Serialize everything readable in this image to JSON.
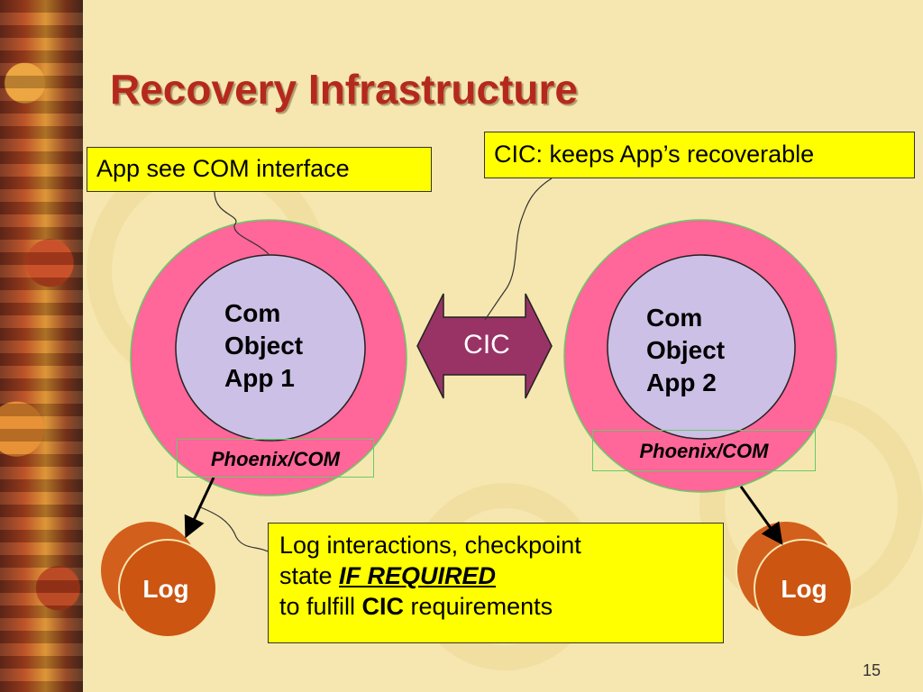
{
  "slide": {
    "title": "Recovery Infrastructure",
    "page_number": "15"
  },
  "callouts": {
    "app_interface": "App see COM interface",
    "cic_recoverable": "CIC: keeps App’s recoverable",
    "log": {
      "line1": "Log interactions, checkpoint",
      "line2_prefix": "state ",
      "line2_emphasis": "IF REQUIRED",
      "line3_prefix": "to fulfill ",
      "line3_bold": "CIC",
      "line3_suffix": " requirements"
    }
  },
  "apps": [
    {
      "line1": "Com",
      "line2": "Object",
      "line3": "App 1",
      "wrapper": "Phoenix/COM",
      "log": "Log"
    },
    {
      "line1": "Com",
      "line2": "Object",
      "line3": "App 2",
      "wrapper": "Phoenix/COM",
      "log": "Log"
    }
  ],
  "connector": {
    "label": "CIC"
  },
  "colors": {
    "background": "#f6e7b0",
    "title": "#b5291d",
    "outer_circle": "#ff6699",
    "inner_circle": "#ccc0e6",
    "callout_fill": "#ffff00",
    "cic_arrow": "#993366",
    "log_disk": "#cc5511"
  }
}
